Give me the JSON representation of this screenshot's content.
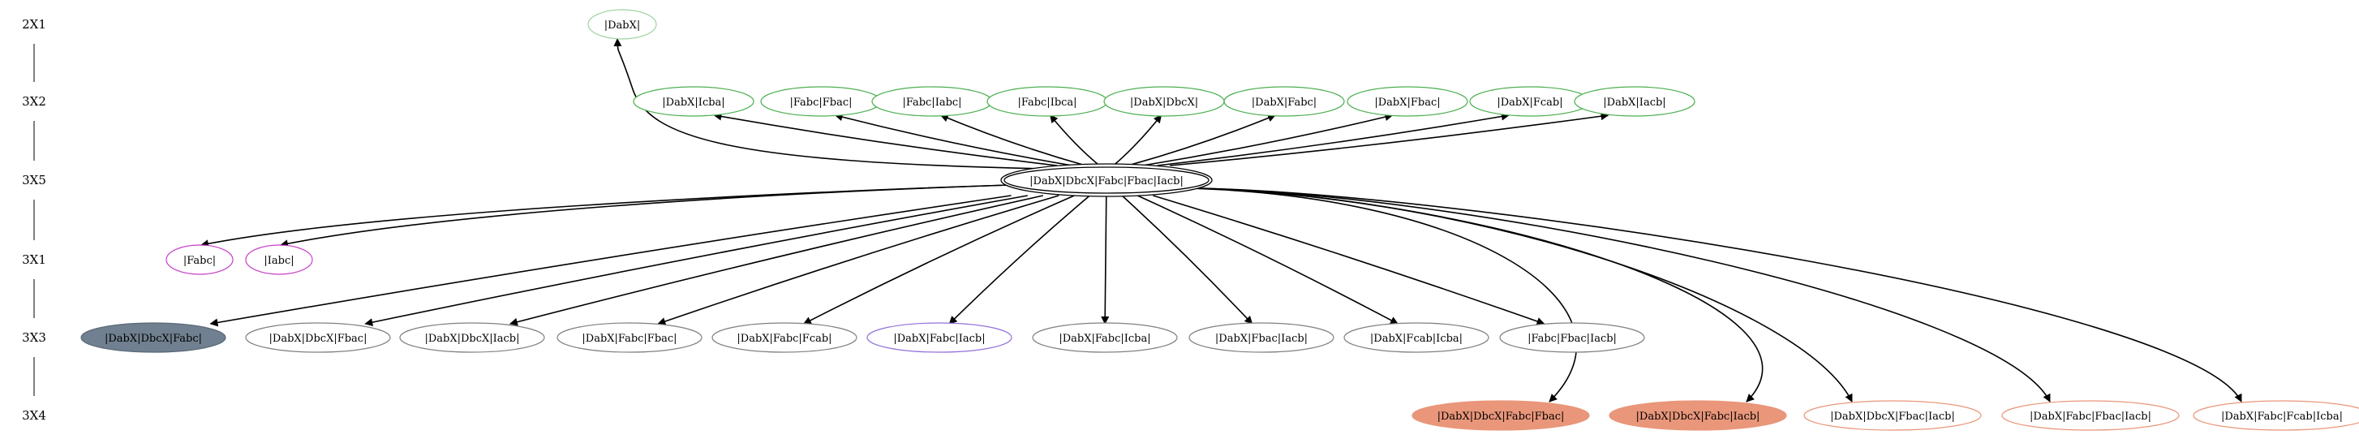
{
  "colors": {
    "green": "#4caf50",
    "magenta": "#c83ec8",
    "slate_fill": "#708090",
    "salmon_fill": "#e9967a",
    "salmon_stroke": "#e9967a",
    "black": "#000000",
    "gray": "#808080",
    "purple": "#9370db"
  },
  "ranks": [
    "2X1",
    "3X2",
    "3X5",
    "3X1",
    "3X3",
    "3X4"
  ],
  "center": {
    "label": "|DabX|DbcX|Fabc|Fbac|Iacb|"
  },
  "nodes": [
    {
      "label": "|DabX|",
      "rank": 0,
      "style": "outline",
      "color": "green-light"
    },
    {
      "label": "|DabX|Icba|",
      "rank": 1,
      "style": "outline",
      "color": "green"
    },
    {
      "label": "|Fabc|Fbac|",
      "rank": 1,
      "style": "outline",
      "color": "green"
    },
    {
      "label": "|Fabc|Iabc|",
      "rank": 1,
      "style": "outline",
      "color": "green"
    },
    {
      "label": "|Fabc|Ibca|",
      "rank": 1,
      "style": "outline",
      "color": "green"
    },
    {
      "label": "|DabX|DbcX|",
      "rank": 1,
      "style": "outline",
      "color": "green"
    },
    {
      "label": "|DabX|Fabc|",
      "rank": 1,
      "style": "outline",
      "color": "green"
    },
    {
      "label": "|DabX|Fbac|",
      "rank": 1,
      "style": "outline",
      "color": "green"
    },
    {
      "label": "|DabX|Fcab|",
      "rank": 1,
      "style": "outline",
      "color": "green"
    },
    {
      "label": "|DabX|Iacb|",
      "rank": 1,
      "style": "outline",
      "color": "green"
    },
    {
      "label": "|Fabc|",
      "rank": 3,
      "style": "outline",
      "color": "magenta"
    },
    {
      "label": "|Iabc|",
      "rank": 3,
      "style": "outline",
      "color": "magenta"
    },
    {
      "label": "|DabX|DbcX|Fabc|",
      "rank": 4,
      "style": "filled",
      "color": "slate"
    },
    {
      "label": "|DabX|DbcX|Fbac|",
      "rank": 4,
      "style": "outline",
      "color": "gray"
    },
    {
      "label": "|DabX|DbcX|Iacb|",
      "rank": 4,
      "style": "outline",
      "color": "gray"
    },
    {
      "label": "|DabX|Fabc|Fbac|",
      "rank": 4,
      "style": "outline",
      "color": "gray"
    },
    {
      "label": "|DabX|Fabc|Fcab|",
      "rank": 4,
      "style": "outline",
      "color": "gray"
    },
    {
      "label": "|DabX|Fabc|Iacb|",
      "rank": 4,
      "style": "outline",
      "color": "purple"
    },
    {
      "label": "|DabX|Fabc|Icba|",
      "rank": 4,
      "style": "outline",
      "color": "gray"
    },
    {
      "label": "|DabX|Fbac|Iacb|",
      "rank": 4,
      "style": "outline",
      "color": "gray"
    },
    {
      "label": "|DabX|Fcab|Icba|",
      "rank": 4,
      "style": "outline",
      "color": "gray"
    },
    {
      "label": "|Fabc|Fbac|Iacb|",
      "rank": 4,
      "style": "outline",
      "color": "gray"
    },
    {
      "label": "|DabX|DbcX|Fabc|Fbac|",
      "rank": 5,
      "style": "filled",
      "color": "salmon"
    },
    {
      "label": "|DabX|DbcX|Fabc|Iacb|",
      "rank": 5,
      "style": "filled",
      "color": "salmon"
    },
    {
      "label": "|DabX|DbcX|Fbac|Iacb|",
      "rank": 5,
      "style": "outline",
      "color": "salmon"
    },
    {
      "label": "|DabX|Fabc|Fbac|Iacb|",
      "rank": 5,
      "style": "outline",
      "color": "salmon"
    },
    {
      "label": "|DabX|Fabc|Fcab|Icba|",
      "rank": 5,
      "style": "outline",
      "color": "salmon"
    }
  ]
}
